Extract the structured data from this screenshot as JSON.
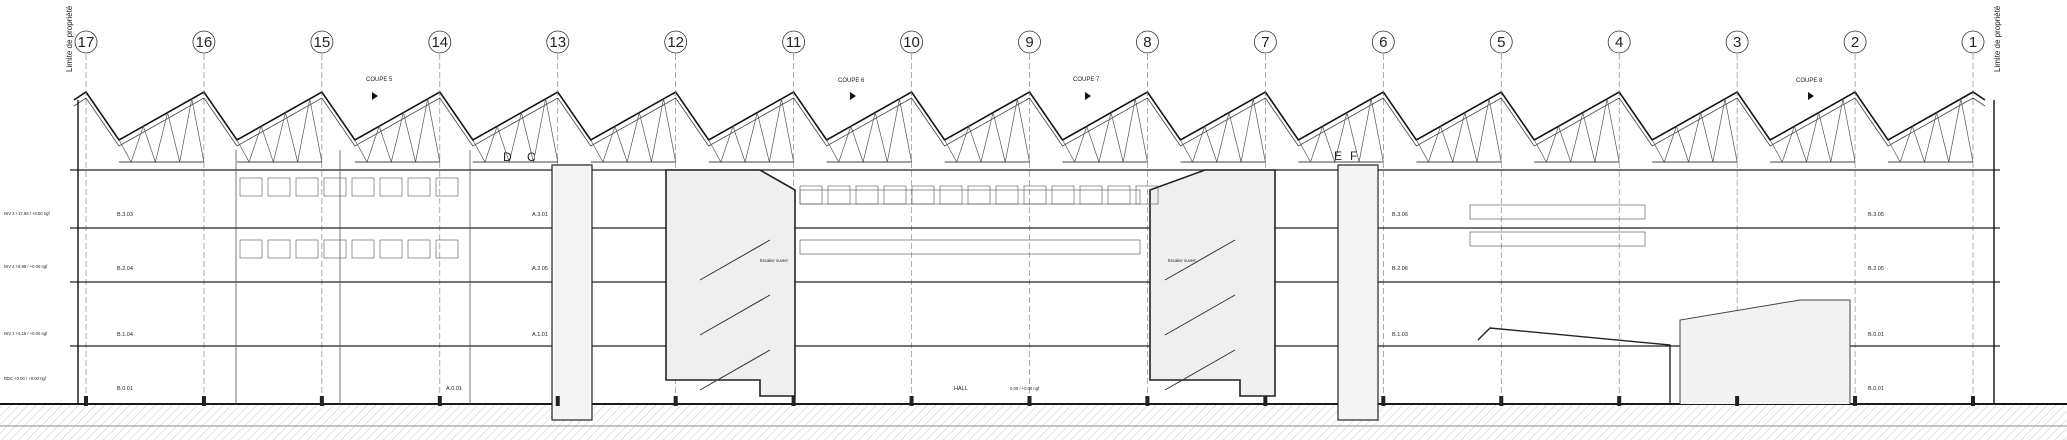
{
  "axes": [
    "17",
    "16",
    "15",
    "14",
    "13",
    "12",
    "11",
    "10",
    "9",
    "8",
    "7",
    "6",
    "5",
    "4",
    "3",
    "2",
    "1"
  ],
  "property_limit": "Limite de propriété",
  "coupes": [
    "COUPE 5",
    "COUPE 6",
    "COUPE 7",
    "COUPE 8"
  ],
  "core_letters": [
    "D",
    "C",
    "E",
    "F"
  ],
  "levels_left": [
    "NIV 3 +17.95 / +0.00 ngf",
    "NIV 2 +8.98 / +0.00 ngf",
    "NIV 1 +4.16 / +0.00 ngf",
    "RDC +0.00 / +0.00 ngf"
  ],
  "room_codes": [
    "B.3.03",
    "B.2.04",
    "B.1.04",
    "B.0.01",
    "A.3.01",
    "A.2.05",
    "A.1.01",
    "A.0.01",
    "B.3.06",
    "B.2.06",
    "B.1.03",
    "B.3.05",
    "B.2.05",
    "B.0.01",
    "B.0.01"
  ],
  "hall_label": "HALL",
  "floor_level": "0.00 / +0.00 ngf",
  "stair_labels": [
    "Escalier ouvert",
    "Escalier ouvert"
  ]
}
